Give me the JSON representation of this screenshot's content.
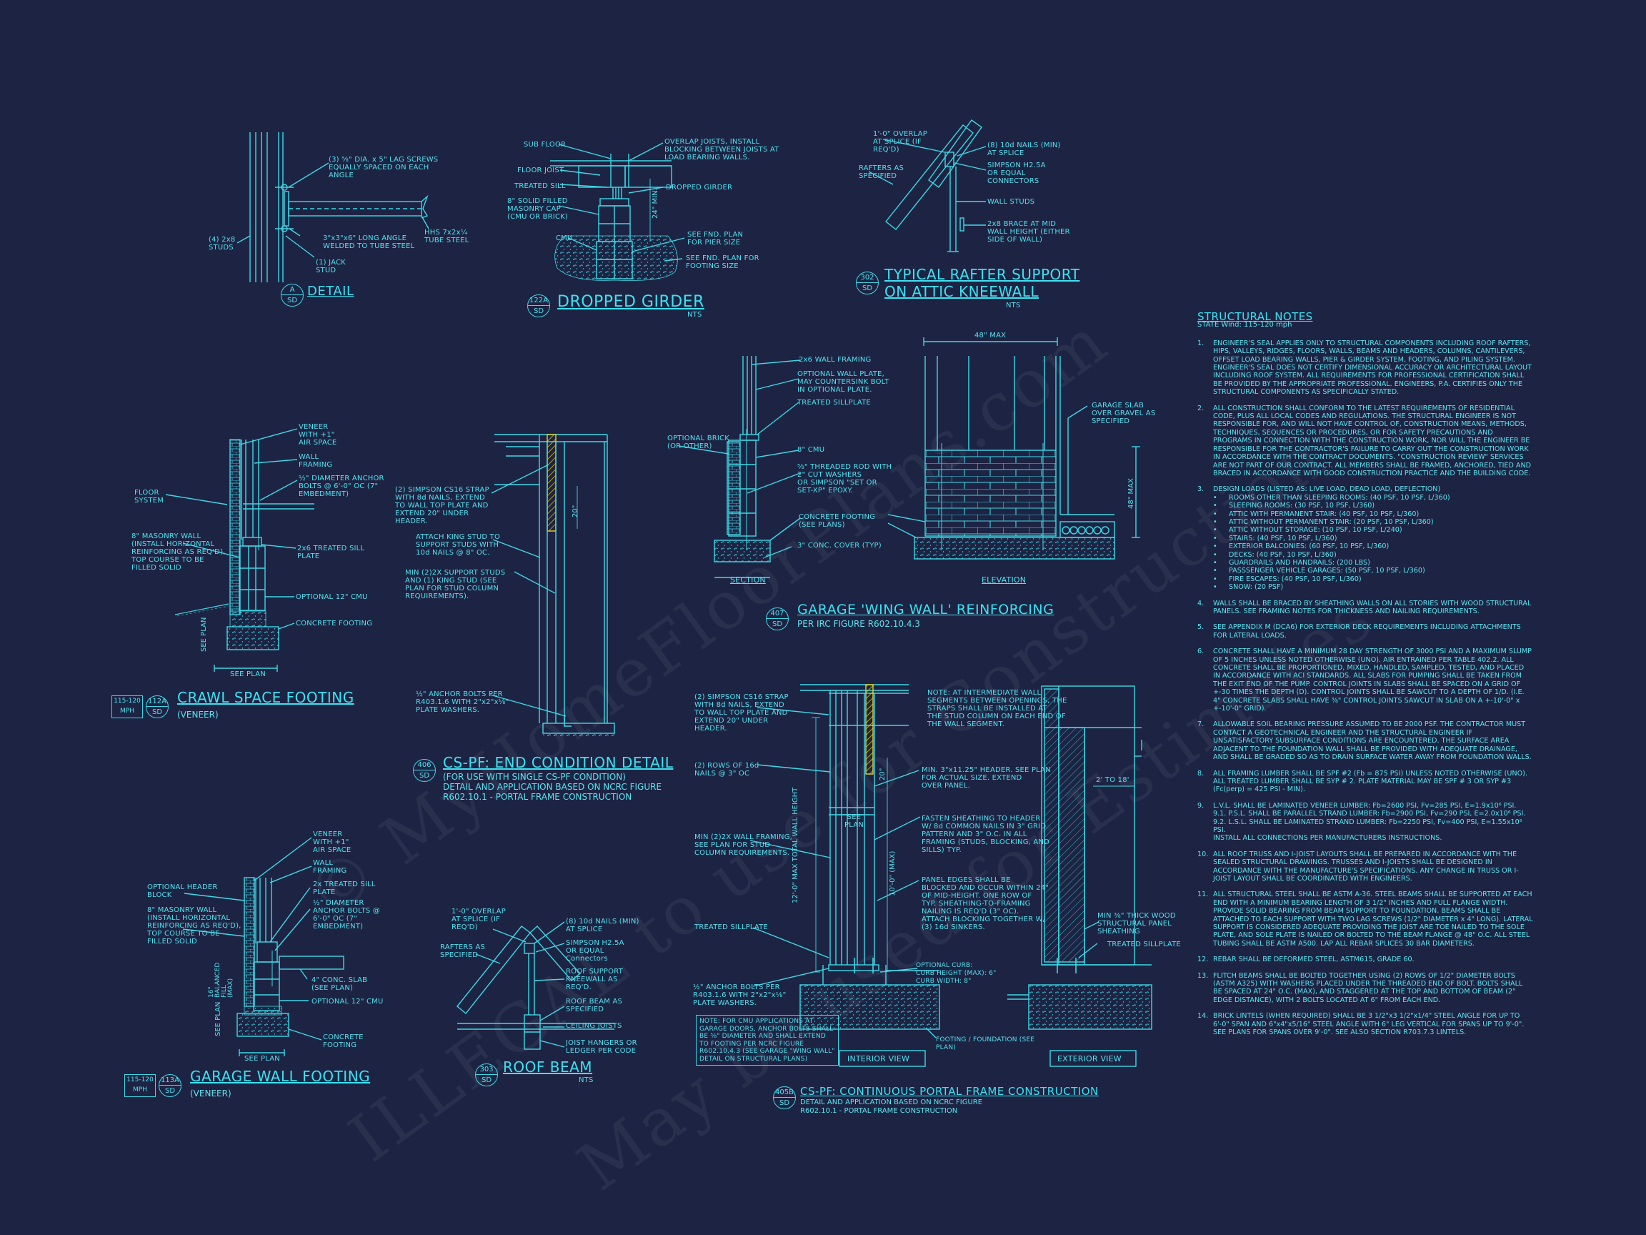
{
  "watermark": {
    "line1": "© MyHomeFloorPlans.com",
    "line2": "ILLEGAL to use for Construction",
    "line3": "May be used for Estimates"
  },
  "details": {
    "a": {
      "title": "DETAIL",
      "bubble_top": "A",
      "bubble_bottom": "SD",
      "labels": {
        "lag": "(3) ⅝\" DIA. x 5\" LAG SCREWS\nEQUALLY SPACED ON EACH\nANGLE",
        "studs": "(4) 2x8\nSTUDS",
        "angle": "3\"x3\"x6\" LONG ANGLE\nWELDED TO TUBE STEEL",
        "hss": "HHS 7x2x¼\nTUBE STEEL",
        "jack": "(1) JACK\nSTUD"
      }
    },
    "g122a": {
      "title": "DROPPED GIRDER",
      "bubble_top": "122A",
      "bubble_bottom": "SD",
      "scale": "NTS",
      "labels": {
        "subfloor": "SUB FLOOR",
        "overlap": "OVERLAP JOISTS, INSTALL\nBLOCKING BETWEEN JOISTS AT\nLOAD BEARING WALLS.",
        "joist": "FLOOR JOIST",
        "sill": "TREATED SILL",
        "dropped": "DROPPED GIRDER",
        "solid": "8\" SOLID FILLED\nMASONRY CAP\n(CMU OR BRICK)",
        "min": "24\" MIN.",
        "cmu": "CMU",
        "pier": "SEE FND. PLAN\nFOR PIER SIZE",
        "footing": "SEE FND. PLAN FOR\nFOOTING SIZE"
      }
    },
    "r302": {
      "title_l1": "TYPICAL RAFTER SUPPORT",
      "title_l2": "ON ATTIC KNEEWALL",
      "bubble_top": "302",
      "bubble_bottom": "SD",
      "scale": "NTS",
      "labels": {
        "overlap": "1'-0\" OVERLAP\nAT SPLICE (IF\nREQ'D)",
        "rafters": "RAFTERS AS\nSPECIFIED",
        "nails": "(8) 10d NAILS (MIN)\nAT SPLICE",
        "simpson": "SIMPSON H2.5A\nOR EQUAL\nCONNECTORS",
        "studs": "WALL STUDS",
        "brace": "2x8 BRACE AT MID\nWALL HEIGHT (EITHER\nSIDE OF WALL)"
      }
    },
    "c112a": {
      "title": "CRAWL SPACE FOOTING",
      "sub": "(VENEER)",
      "bubble_top": "112A",
      "bubble_bottom": "SD",
      "mph_top": "115-120",
      "mph_bottom": "MPH",
      "labels": {
        "veneer": "VENEER\nWITH +1\"\nAIR SPACE",
        "wall": "WALL\nFRAMING",
        "anchor": "½\" DIAMETER ANCHOR\nBOLTS @ 6'-0\" OC (7\"\nEMBEDMENT)",
        "floor": "FLOOR\nSYSTEM",
        "masonry": "8\" MASONRY WALL\n(INSTALL HORIZONTAL\nREINFORCING AS REQ'D),\nTOP COURSE TO BE\nFILLED SOLID",
        "sill": "2x6 TREATED SILL\nPLATE",
        "cmu": "OPTIONAL 12\" CMU",
        "footing": "CONCRETE FOOTING",
        "seeplan": "SEE PLAN",
        "seeplan_v": "SEE PLAN"
      }
    },
    "cs406": {
      "title": "CS-PF: END CONDITION DETAIL",
      "bubble_top": "406",
      "bubble_bottom": "SD",
      "sub": "(FOR USE WITH SINGLE CS-PF CONDITION)\nDETAIL AND APPLICATION BASED ON NCRC FIGURE\nR602.10.1 - PORTAL FRAME CONSTRUCTION",
      "labels": {
        "strap": "(2) SIMPSON CS16 STRAP\nWITH 8d NAILS, EXTEND\nTO WALL TOP PLATE AND\nEXTEND 20\" UNDER\nHEADER.",
        "king": "ATTACH KING STUD TO\nSUPPORT STUDS WITH\n10d NAILS @ 8\" OC.",
        "minstud": "MIN (2)2X SUPPORT STUDS\nAND (1) KING STUD (SEE\nPLAN FOR STUD COLUMN\nREQUIREMENTS).",
        "bolts": "½\" ANCHOR BOLTS PER\nR403.1.6 WITH 2\"x2\"x⅛\"\nPLATE WASHERS.",
        "dim": "20\""
      }
    },
    "w407": {
      "title": "GARAGE 'WING WALL' REINFORCING",
      "sub": "PER IRC FIGURE R602.10.4.3",
      "bubble_top": "407",
      "bubble_bottom": "SD",
      "section": "SECTION",
      "elevation": "ELEVATION",
      "labels": {
        "framing": "2x6 WALL FRAMING",
        "optplate": "OPTIONAL WALL PLATE,\nMAY COUNTERSINK BOLT\nIN OPTIONAL PLATE.",
        "treated": "TREATED SILLPLATE",
        "brick": "OPTIONAL BRICK\n(OR OTHER)",
        "cmu": "8\" CMU",
        "rod": "⅝\" THREADED ROD WITH\n2\" CUT WASHERS\nOR SIMPSON \"SET OR\nSET-XP\" EPOXY.",
        "footing": "CONCRETE FOOTING\n(SEE PLANS)",
        "cover": "3\" CONC. COVER (TYP)",
        "max48": "48\" MAX",
        "max48v": "48\" MAX",
        "slab": "GARAGE SLAB\nOVER GRAVEL AS\nSPECIFIED"
      }
    },
    "g113a": {
      "title": "GARAGE WALL FOOTING",
      "sub": "(VENEER)",
      "bubble_top": "113A",
      "bubble_bottom": "SD",
      "mph_top": "115-120",
      "mph_bottom": "MPH",
      "labels": {
        "veneer": "VENEER\nWITH +1\"\nAIR SPACE",
        "wall": "WALL\nFRAMING",
        "sill": "2x TREATED SILL\nPLATE",
        "header": "OPTIONAL HEADER\nBLOCK",
        "anchor": "½\" DIAMETER\nANCHOR BOLTS @\n6'-0\" OC (7\"\nEMBEDMENT)",
        "masonry": "8\" MASONRY WALL\n(INSTALL HORIZONTAL\nREINFORCING AS REQ'D),\nTOP COURSE TO BE\nFILLED SOLID",
        "slab": "4\" CONC. SLAB\n(SEE PLAN)",
        "cmu": "OPTIONAL 12\" CMU",
        "footing": "CONCRETE\nFOOTING",
        "seeplan": "SEE PLAN",
        "fill": "16\"\nBALANCED\nFILL\n(MAX)",
        "seeplan_v": "SEE PLAN"
      }
    },
    "rb303": {
      "title": "ROOF BEAM",
      "bubble_top": "303",
      "bubble_bottom": "SD",
      "scale": "NTS",
      "labels": {
        "overlap": "1'-0\" OVERLAP\nAT SPLICE (IF\nREQ'D)",
        "rafters": "RAFTERS AS\nSPECIFIED",
        "nails": "(8) 10d NAILS (MIN)\nAT SPLICE",
        "simpson": "SIMPSON H2.5A\nOR EQUAL\nConnectors",
        "support": "ROOF SUPPORT\nKNEEWALL AS\nREQ'D.",
        "beam": "ROOF BEAM AS\nSPECIFIED",
        "ceiling": "CEILING JOISTS",
        "hangers": "JOIST HANGERS OR\nLEDGER PER CODE"
      }
    },
    "cs405b": {
      "title": "CS-PF: CONTINUOUS PORTAL FRAME CONSTRUCTION",
      "sub": "DETAIL AND APPLICATION BASED ON NCRC FIGURE\nR602.10.1 - PORTAL FRAME CONSTRUCTION",
      "bubble_top": "405B",
      "bubble_bottom": "SD",
      "interior": "INTERIOR VIEW",
      "exterior": "EXTERIOR VIEW",
      "labels": {
        "strap": "(2) SIMPSON CS16 STRAP\nWITH 8d NAILS, EXTEND\nTO WALL TOP PLATE AND\nEXTEND 20\" UNDER\nHEADER.",
        "rows": "(2) ROWS OF 16d\nNAILS @ 3\" OC",
        "minwall": "MIN (2)2X WALL FRAMING,\nSEE PLAN FOR STUD\nCOLUMN REQUIREMENTS.",
        "treated": "TREATED SILLPLATE",
        "bolts": "½\" ANCHOR BOLTS PER\nR403.1.6 WITH 2\"x2\"x⅛\"\nPLATE WASHERS.",
        "cmunote": "NOTE: FOR CMU APPLICATIONS AT\nGARAGE DOORS, ANCHOR BOLTS SHALL\nBE ⅝\" DIAMETER AND SHALL EXTEND\nTO FOOTING PER NCRC FIGURE\nR602.10.4.3 (SEE GARAGE \"WING WALL\"\nDETAIL ON STRUCTURAL PLANS)",
        "note": "NOTE: AT INTERMEDIATE WALL\nSEGMENTS BETWEEN OPENINGS, THE\nSTRAPS SHALL BE INSTALLED AT\nTHE STUD COLUMN ON EACH END OF\nTHE WALL SEGMENT.",
        "header": "MIN. 3\"x11.25\" HEADER. SEE PLAN\nFOR ACTUAL SIZE. EXTEND\nOVER PANEL.",
        "fasten": "FASTEN SHEATHING TO HEADER\nW/ 8d COMMON NAILS IN 3\" GRID\nPATTERN AND 3\" O.C. IN ALL\nFRAMING (STUDS, BLOCKING, AND\nSILLS) TYP.",
        "panel": "PANEL EDGES SHALL BE\nBLOCKED AND OCCUR WITHIN 24\"\nOF MID-HEIGHT. ONE ROW OF\nTYP. SHEATHING-TO-FRAMING\nNAILING IS REQ'D (3\" OC).\nATTACH BLOCKING TOGETHER W/\n(3) 16d SINKERS.",
        "curb": "OPTIONAL CURB:\nCURB HEIGHT (MAX): 6\"\nCURB WIDTH: 8\"",
        "footing": "FOOTING / FOUNDATION (SEE\nPLAN)",
        "sheathing": "MIN ⅜\" THICK WOOD\nSTRUCTURAL PANEL\nSHEATHING",
        "treated2": "TREATED SILLPLATE",
        "dim20": "20\"",
        "seeplan": "SEE\nPLAN",
        "max10": "10'-0\" (MAX)",
        "maxheight": "12'-0\" MAX TOTAL WALL HEIGHT",
        "dim2to18": "2' TO 18'"
      }
    }
  },
  "structural_notes": {
    "title": "STRUCTURAL NOTES",
    "state": "STATE Wind: 115-120 mph",
    "items": [
      {
        "n": "1.",
        "text": "ENGINEER'S SEAL APPLIES ONLY TO STRUCTURAL COMPONENTS INCLUDING ROOF RAFTERS, HIPS, VALLEYS, RIDGES, FLOORS, WALLS, BEAMS AND HEADERS, COLUMNS, CANTILEVERS, OFFSET LOAD BEARING WALLS, PIER & GIRDER SYSTEM, FOOTING, AND PILING SYSTEM. ENGINEER'S SEAL DOES NOT CERTIFY DIMENSIONAL ACCURACY OR ARCHITECTURAL LAYOUT INCLUDING ROOF SYSTEM. ALL REQUIREMENTS FOR PROFESSIONAL CERTIFICATION SHALL BE PROVIDED BY THE APPROPRIATE PROFESSIONAL. ENGINEERS, P.A. CERTIFIES ONLY THE STRUCTURAL COMPONENTS AS SPECIFICALLY STATED."
      },
      {
        "n": "2.",
        "text": "ALL CONSTRUCTION SHALL CONFORM TO THE LATEST REQUIREMENTS OF RESIDENTIAL CODE, PLUS ALL LOCAL CODES AND REGULATIONS. THE STRUCTURAL ENGINEER IS NOT RESPONSIBLE FOR, AND WILL NOT HAVE CONTROL OF, CONSTRUCTION MEANS, METHODS, TECHNIQUES, SEQUENCES OR PROCEDURES, OR FOR SAFETY PRECAUTIONS AND PROGRAMS IN CONNECTION WITH THE CONSTRUCTION WORK, NOR WILL THE ENGINEER BE RESPONSIBLE FOR THE CONTRACTOR'S FAILURE TO CARRY OUT THE CONSTRUCTION WORK IN ACCORDANCE WITH THE CONTRACT DOCUMENTS. \"CONSTRUCTION REVIEW\" SERVICES ARE NOT PART OF OUR CONTRACT. ALL MEMBERS SHALL BE FRAMED, ANCHORED, TIED AND BRACED IN ACCORDANCE WITH GOOD CONSTRUCTION PRACTICE AND THE BUILDING CODE."
      },
      {
        "n": "3.",
        "text": "DESIGN LOADS (LISTED AS: LIVE LOAD, DEAD LOAD, DEFLECTION)",
        "loads": [
          "ROOMS OTHER THAN SLEEPING ROOMS: (40 PSF, 10 PSF, L/360)",
          "SLEEPING ROOMS: (30 PSF, 10 PSF, L/360)",
          "ATTIC WITH PERMANENT STAIR: (40 PSF, 10 PSF, L/360)",
          "ATTIC WITHOUT PERMANENT STAIR: (20 PSF, 10 PSF, L/360)",
          "ATTIC WITHOUT STORAGE: (10 PSF, 10 PSF, L/240)",
          "STAIRS: (40 PSF, 10 PSF, L/360)",
          "EXTERIOR BALCONIES: (60 PSF, 10 PSF, L/360)",
          "DECKS: (40 PSF, 10 PSF, L/360)",
          "GUARDRAILS AND HANDRAILS: (200 LBS)",
          "PASSSENGER VEHICLE GARAGES: (50 PSF, 10 PSF, L/360)",
          "FIRE ESCAPES: (40 PSF, 10 PSF, L/360)",
          "SNOW: (20 PSF)"
        ]
      },
      {
        "n": "4.",
        "text": "WALLS SHALL BE BRACED BY SHEATHING WALLS ON ALL STORIES WITH WOOD STRUCTURAL PANELS. SEE FRAMING NOTES FOR THICKNESS AND NAILING REQUIREMENTS."
      },
      {
        "n": "5.",
        "text": "SEE APPENDIX M (DCA6) FOR EXTERIOR DECK REQUIREMENTS INCLUDING ATTACHMENTS FOR LATERAL LOADS."
      },
      {
        "n": "6.",
        "text": "CONCRETE SHALL HAVE A MINIMUM 28 DAY STRENGTH OF 3000 PSI AND A MAXIMUM SLUMP OF 5 INCHES UNLESS NOTED OTHERWISE (UNO). AIR ENTRAINED PER TABLE 402.2. ALL CONCRETE SHALL BE PROPORTIONED, MIXED, HANDLED, SAMPLED, TESTED, AND PLACED IN ACCORDANCE WITH ACI STANDARDS. ALL SLABS FOR PUMPING SHALL BE TAKEN FROM THE EXIT END OF THE PUMP. CONTROL JOINTS IN SLABS SHALL BE SPACED ON A GRID OF +-30 TIMES THE DEPTH (D). CONTROL JOINTS SHALL BE SAWCUT TO A DEPTH OF 1/D. (I.E. 4\" CONCRETE SLABS SHALL HAVE ⅜\" CONTROL JOINTS SAWCUT IN SLAB ON A +-10'-0\" x +-10'-0\" GRID)."
      },
      {
        "n": "7.",
        "text": "ALLOWABLE SOIL BEARING PRESSURE ASSUMED TO BE 2000 PSF. THE CONTRACTOR MUST CONTACT A GEOTECHNICAL ENGINEER AND THE STRUCTURAL ENGINEER IF UNSATISFACTORY SUBSURFACE CONDITIONS ARE ENCOUNTERED. THE SURFACE AREA ADJACENT TO THE FOUNDATION WALL SHALL BE PROVIDED WITH ADEQUATE DRAINAGE, AND SHALL BE GRADED SO AS TO DRAIN SURFACE WATER AWAY FROM FOUNDATION WALLS."
      },
      {
        "n": "8.",
        "text": "ALL FRAMING LUMBER SHALL BE SPF #2 (Fb = 875 PSI) UNLESS NOTED OTHERWISE (UNO). ALL TREATED LUMBER SHALL BE SYP # 2. PLATE MATERIAL MAY BE SPF # 3 OR SYP #3 (Fc(perp) = 425 PSI - MIN)."
      },
      {
        "n": "9.",
        "text": "L.V.L. SHALL BE LAMINATED VENEER LUMBER: Fb=2600 PSI, Fv=285 PSI, E=1.9x10⁶ PSI.\n9.1.  P.S.L. SHALL BE PARALLEL STRAND LUMBER: Fb=2900 PSI, Fv=290 PSI, E=2.0x10⁶ PSI.\n9.2.  L.S.L. SHALL BE LAMINATED STRAND LUMBER: Fb=2250 PSI, Fv=400 PSI, E=1.55x10⁶ PSI.\n        INSTALL ALL CONNECTIONS PER MANUFACTURERS INSTRUCTIONS."
      },
      {
        "n": "10.",
        "text": "ALL ROOF TRUSS AND I-JOIST LAYOUTS SHALL BE PREPARED IN ACCORDANCE WITH THE SEALED STRUCTURAL DRAWINGS. TRUSSES AND I-JOISTS SHALL BE DESIGNED IN ACCORDANCE WITH THE MANUFACTURE'S SPECIFICATIONS. ANY CHANGE IN TRUSS OR I-JOIST LAYOUT SHALL BE COORDINATED WITH ENGINEERS."
      },
      {
        "n": "11.",
        "text": "ALL STRUCTURAL STEEL SHALL BE ASTM A-36. STEEL BEAMS SHALL BE SUPPORTED AT EACH END WITH A MINIMUM BEARING LENGTH OF 3 1/2\" INCHES AND FULL FLANGE WIDTH. PROVIDE SOLID BEARING FROM BEAM SUPPORT TO FOUNDATION. BEAMS SHALL BE ATTACHED TO EACH SUPPORT WITH TWO LAG SCREWS (1/2\" DIAMETER x 4\" LONG). LATERAL SUPPORT IS CONSIDERED ADEQUATE PROVIDING THE JOIST ARE TOE NAILED TO THE SOLE PLATE, AND SOLE PLATE IS NAILED OR BOLTED TO THE BEAM FLANGE @ 48\" O.C. ALL STEEL TUBING SHALL BE ASTM A500. LAP ALL REBAR SPLICES 30 BAR DIAMETERS."
      },
      {
        "n": "12.",
        "text": "REBAR SHALL BE DEFORMED STEEL, ASTM615, GRADE 60."
      },
      {
        "n": "13.",
        "text": "FLITCH BEAMS SHALL BE BOLTED TOGETHER USING (2) ROWS OF 1/2\" DIAMETER BOLTS (ASTM A325) WITH WASHERS PLACED UNDER THE THREADED END OF BOLT. BOLTS SHALL BE SPACED AT 24\" O.C. (MAX), AND STAGGERED AT THE TOP AND BOTTOM OF BEAM (2\" EDGE DISTANCE), WITH 2 BOLTS LOCATED AT 6\" FROM EACH END."
      },
      {
        "n": "14.",
        "text": "BRICK LINTELS (WHEN REQUIRED) SHALL BE 3 1/2\"x3 1/2\"x1/4\" STEEL ANGLE FOR UP TO 6'-0\" SPAN AND 6\"x4\"x5/16\" STEEL ANGLE WITH 6\" LEG VERTICAL FOR SPANS UP TO 9'-0\". SEE PLANS FOR SPANS OVER 9'-0\". SEE ALSO SECTION R703.7.3 LINTELS."
      }
    ]
  },
  "colors": {
    "background": "#1d2443",
    "line": "#3fd8e6",
    "highlight": "#e8d21c"
  }
}
